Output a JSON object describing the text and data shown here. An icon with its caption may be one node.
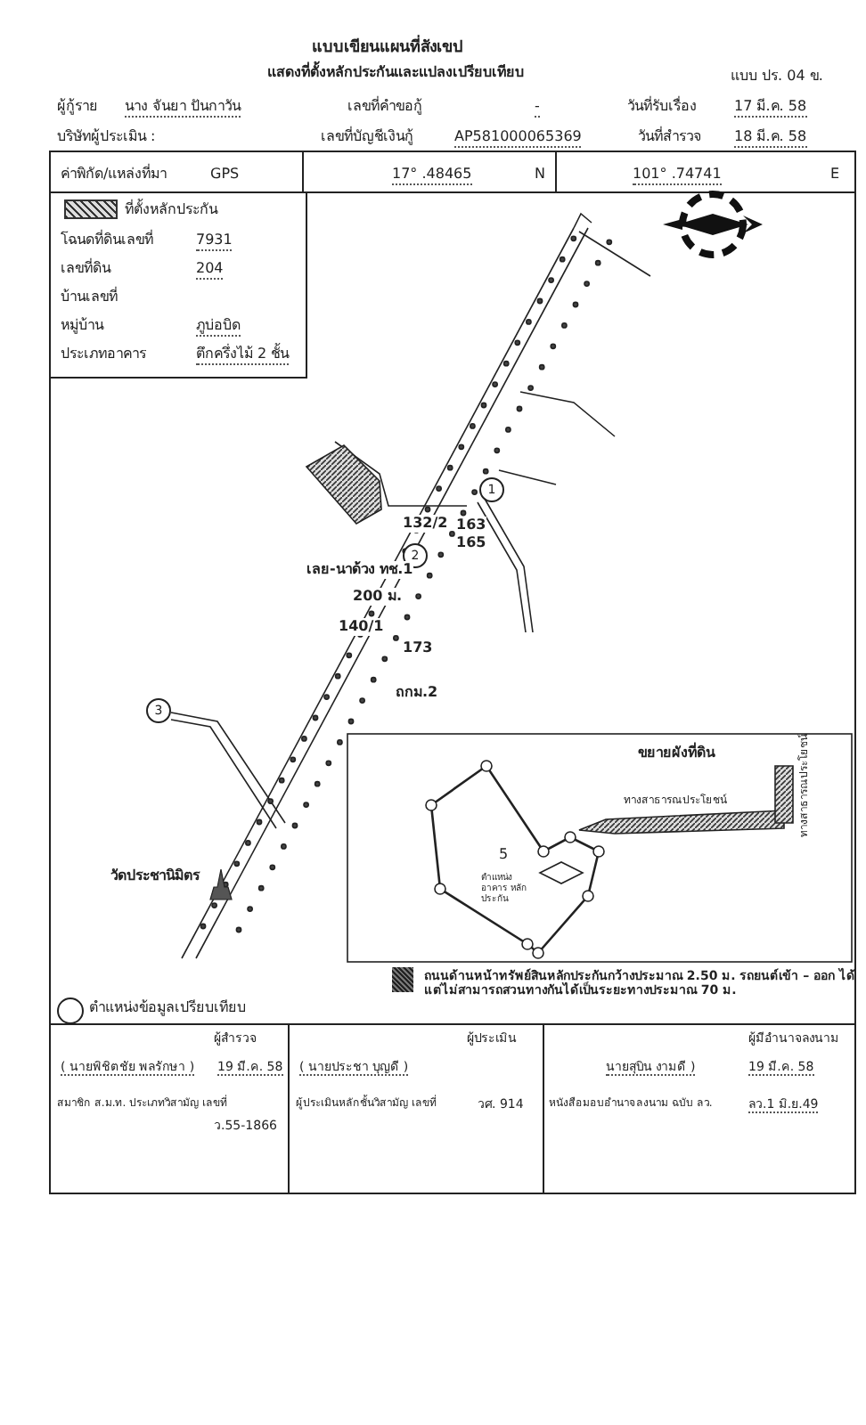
{
  "diagram": {
    "title": "แบบเขียนแผนที่สังเขป",
    "labels": [
      "แสดงที่ตั้งหลักประกันและแปลงเปรียบเทียบ",
      "แบบ ปร. 04 ข.",
      "ผู้กู้ราย",
      "นาง จันยา ปันกาวัน",
      "เลขที่คำขอกู้",
      "-",
      "วันที่รับเรื่อง",
      "17 มี.ค. 58",
      "บริษัทผู้ประเมิน :",
      "เลขที่บัญชีเงินกู้",
      "AP581000065369",
      "วันที่สำรวจ",
      "18 มี.ค. 58",
      "ค่าพิกัด/แหล่งที่มา",
      "GPS",
      "17° .48465",
      "N",
      "101° .74741",
      "E",
      "โฉนดที่ดินเลขที่",
      "7931",
      "เลขที่ดิน",
      "204",
      "บ้านเลขที่",
      "หมู่บ้าน",
      "ภูบ่อบิด",
      "ประเภทอาคาร",
      "ตึกครึ่งไม้ 2 ชั้น",
      "1",
      "132/2",
      "163",
      "165",
      "2",
      "เลย-นาด้วง ทช.1",
      "200 ม.",
      "140/1",
      "173",
      "ถกม.2",
      "3",
      "วัดประชานิมิตร",
      "ขยายผังที่ดิน",
      "5",
      "ตำแหน่ง อาคาร หลักประกัน",
      "ทางสาธารณประโยชน์",
      "ทางสาธารณประโยชน์",
      "ผู้สำรวจ",
      "( นายพิชิตชัย พลรักษา )",
      "19 มี.ค. 58",
      "สมาชิก ส.ม.ท. ประเภทวิสามัญ เลขที่",
      "ว.55-1866",
      "ผู้ประเมิน",
      "( นายประชา บุญดี )",
      "ผู้ประเมินหลักชั้นวิสามัญ เลขที่",
      "วศ. 914",
      "นายสุบิน งามดี )",
      "ผู้มีอำนาจลงนาม",
      "19 มี.ค. 58",
      "หนังสือมอบอำนาจลงนาม ฉบับ ลว.",
      "ลว.1 มิ.ย.49"
    ],
    "legend": [
      {
        "text": "ที่ตั้งหลักประกัน"
      },
      {
        "text": "ถนนด้านหน้าทรัพย์สินหลักประกันกว้างประมาณ 2.50 ม. รถยนต์เข้า – ออก ได้ แต่ไม่สามารถสวนทางกันได้เป็นระยะทางประมาณ 70 ม."
      },
      {
        "text": "ตำแหน่งข้อมูลเปรียบเทียบ"
      }
    ]
  }
}
